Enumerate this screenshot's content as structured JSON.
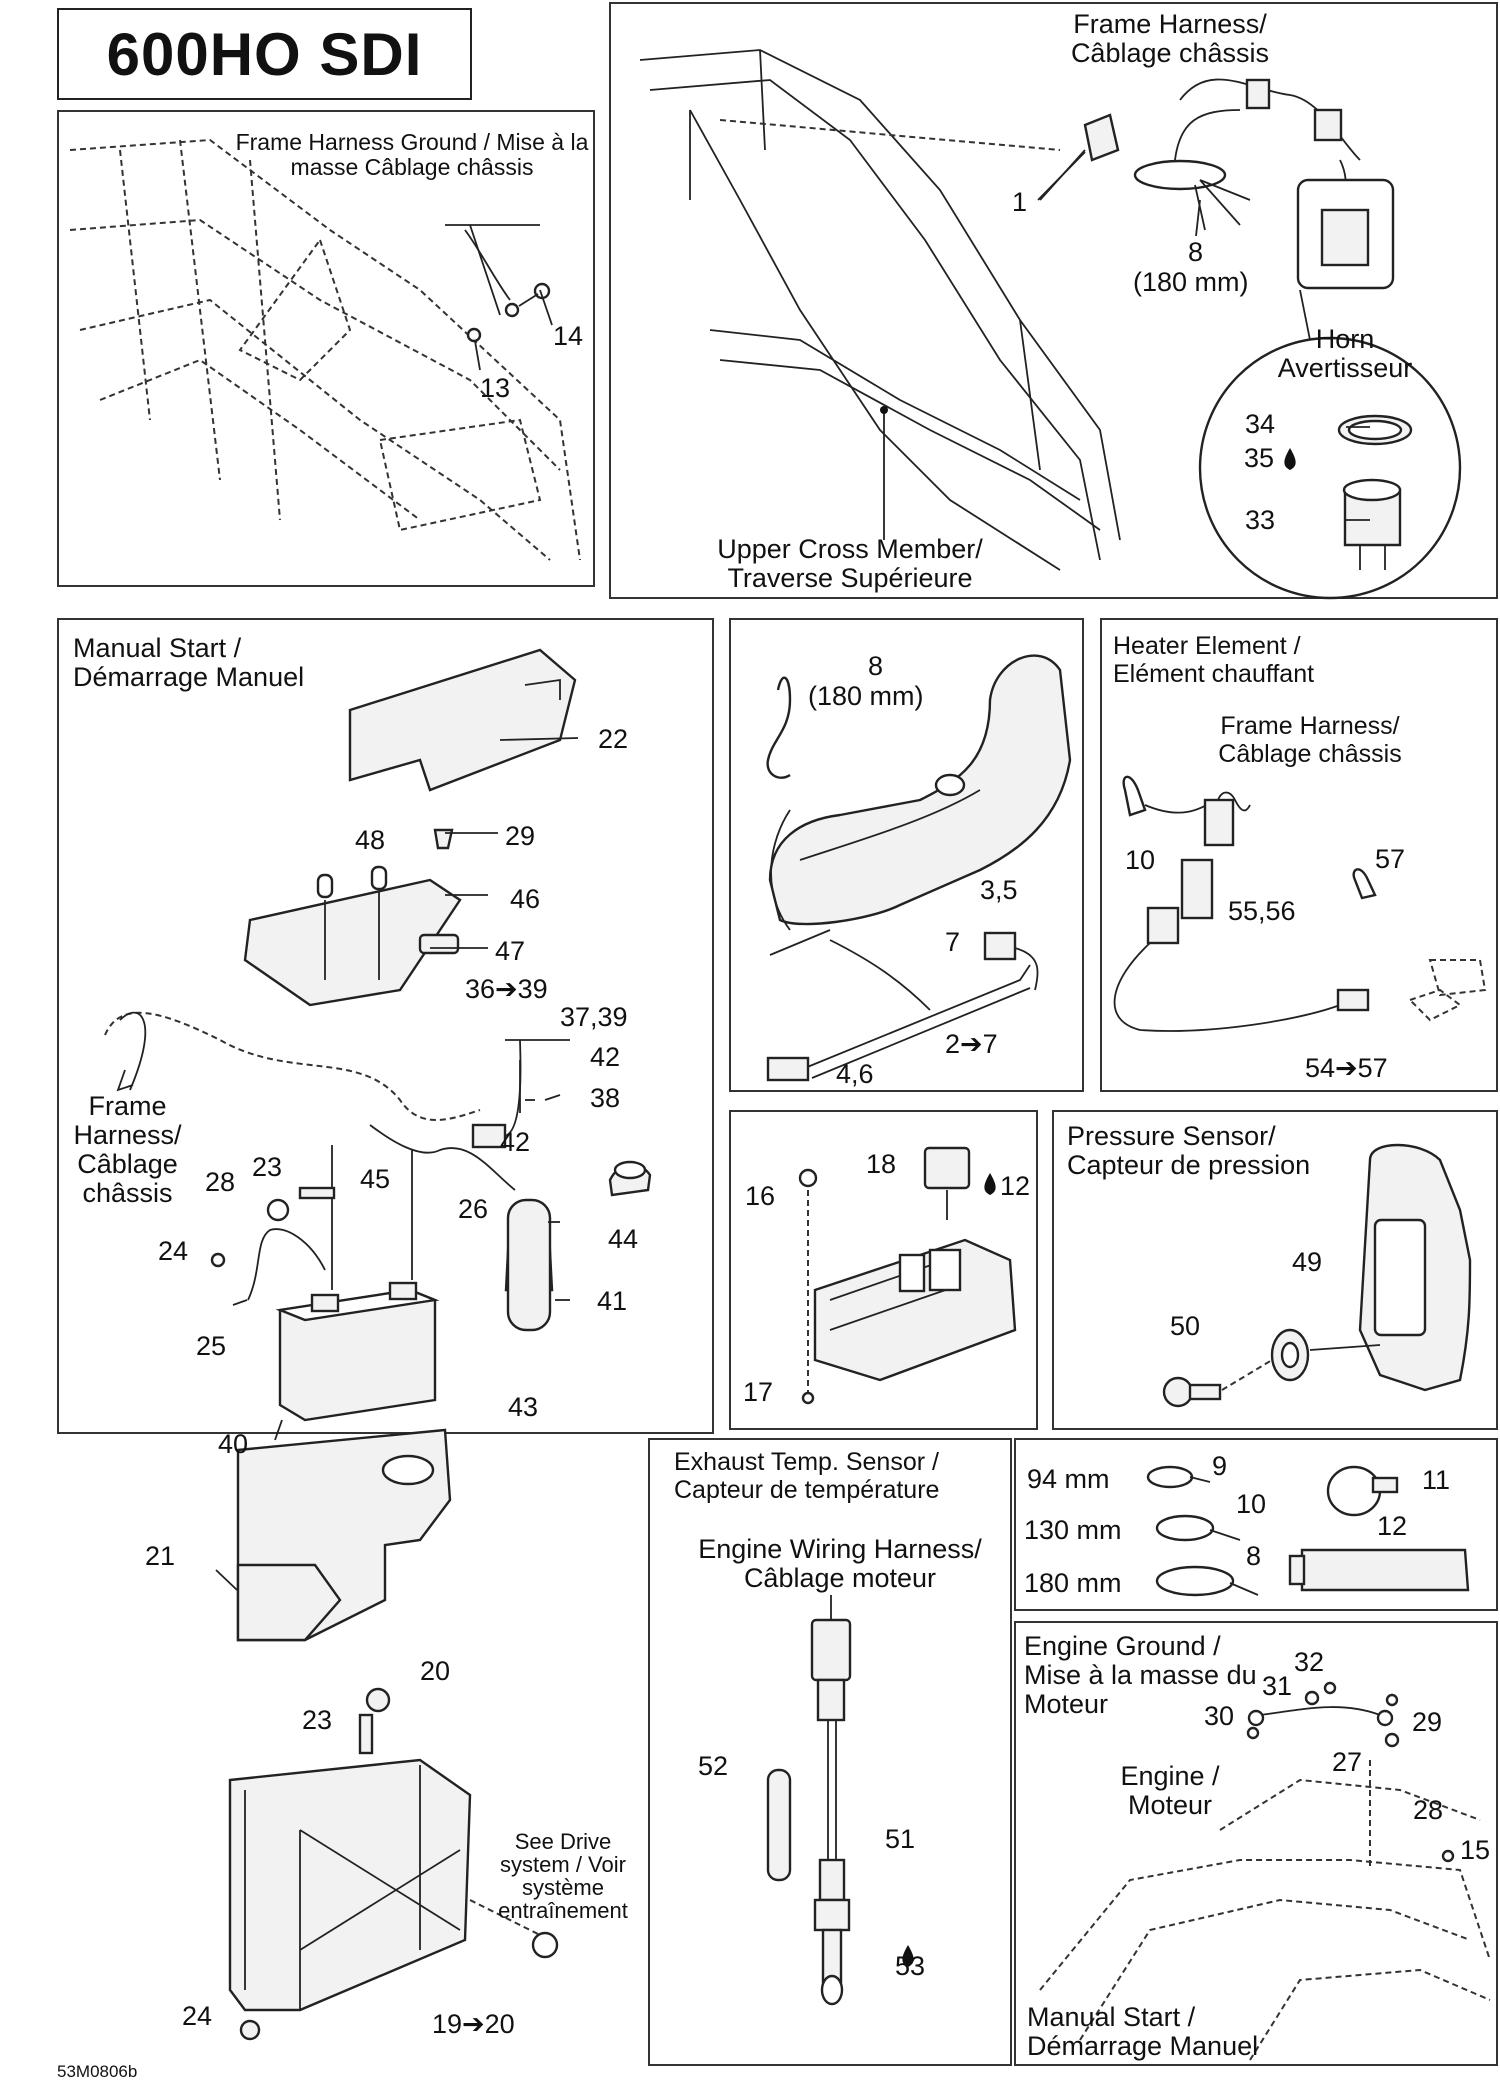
{
  "title": "600HO SDI",
  "drawing_code": "53M0806b",
  "panels": {
    "frame_ground": {
      "label": "Frame Harness Ground / Mise à la masse Câblage châssis",
      "parts": [
        "14",
        "13"
      ]
    },
    "frame_top": {
      "harness_label": "Frame Harness/ Câblage châssis",
      "cross_member_label": "Upper Cross Member/ Traverse Supérieure",
      "horn_label": "Horn Avertisseur",
      "parts": [
        "1",
        "8",
        "(180 mm)",
        "34",
        "35",
        "33"
      ]
    },
    "manual_start": {
      "label": "Manual Start / Démarrage Manuel",
      "frame_harness_label": "Frame Harness/ Câblage châssis",
      "drive_note": "See Drive system / Voir système entraînement",
      "parts": [
        "22",
        "48",
        "29",
        "46",
        "47",
        "36➔39",
        "37,39",
        "42",
        "38",
        "42",
        "28",
        "23",
        "45",
        "26",
        "44",
        "24",
        "25",
        "41",
        "40",
        "43",
        "21",
        "20",
        "23",
        "24",
        "19➔20"
      ]
    },
    "fuel_tank": {
      "parts": [
        "8",
        "(180 mm)",
        "3,5",
        "7",
        "2➔7",
        "4,6"
      ]
    },
    "heater": {
      "label": "Heater Element / Elément chauffant",
      "harness_label": "Frame Harness/ Câblage châssis",
      "parts": [
        "10",
        "57",
        "55,56",
        "54➔57"
      ]
    },
    "fuse_box": {
      "parts": [
        "18",
        "12",
        "16",
        "17"
      ]
    },
    "pressure_sensor": {
      "label": "Pressure Sensor/ Capteur de pression",
      "parts": [
        "49",
        "50"
      ]
    },
    "exhaust_sensor": {
      "label": "Exhaust Temp. Sensor / Capteur de température",
      "harness_label": "Engine Wiring Harness/ Câblage moteur",
      "parts": [
        "52",
        "51",
        "53"
      ]
    },
    "ties": {
      "rows": [
        {
          "size": "94 mm",
          "part": "9"
        },
        {
          "size": "130 mm",
          "part": "10"
        },
        {
          "size": "180 mm",
          "part": "8"
        }
      ],
      "parts": [
        "11",
        "12"
      ]
    },
    "engine_ground": {
      "label": "Engine Ground / Mise à la masse du Moteur",
      "engine_label": "Engine / Moteur",
      "bottom_label": "Manual Start / Démarrage Manuel",
      "parts": [
        "32",
        "31",
        "30",
        "29",
        "27",
        "28",
        "15"
      ]
    }
  }
}
